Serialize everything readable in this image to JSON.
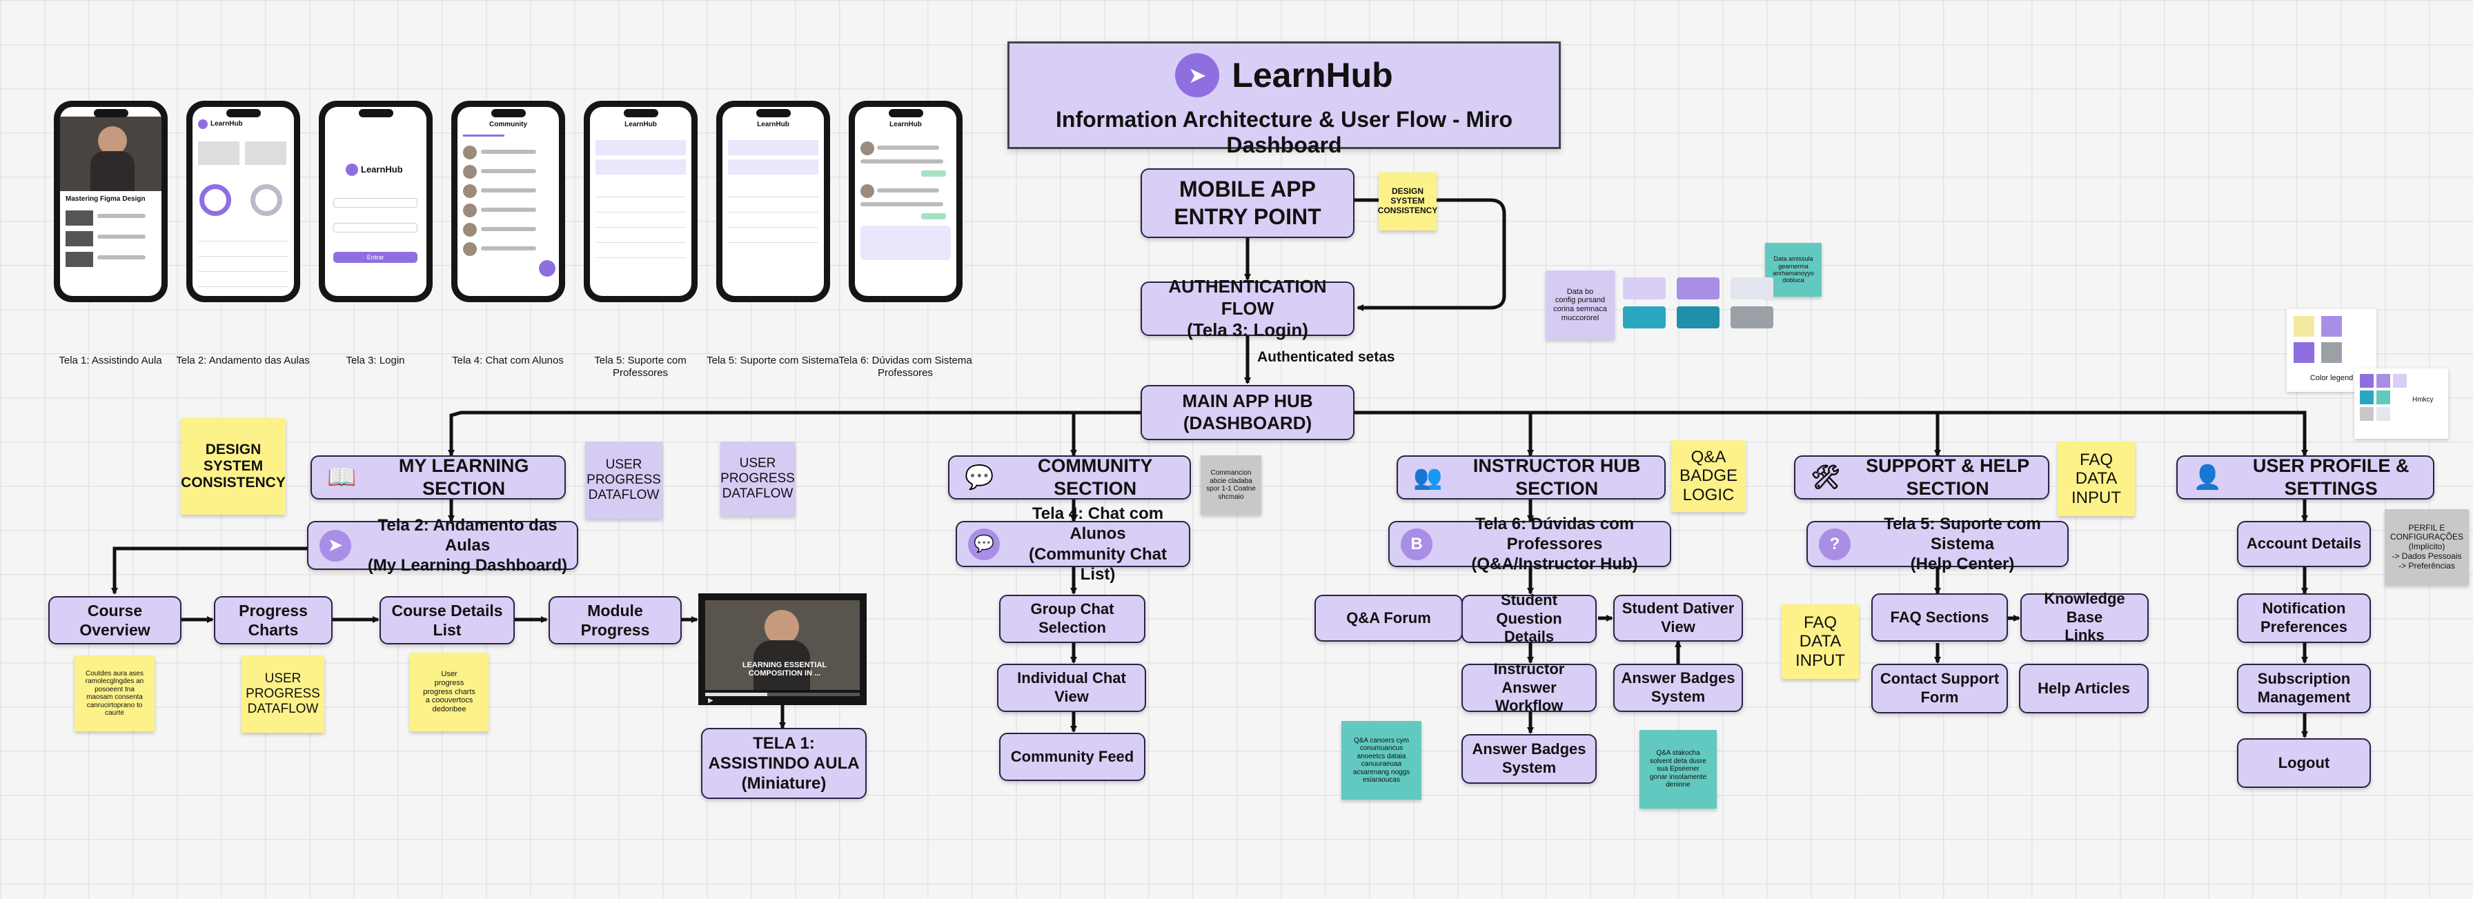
{
  "header": {
    "app_name": "LearnHub",
    "subtitle": "Information Architecture & User Flow - Miro Dashboard"
  },
  "phones": [
    {
      "caption": "Tela 1: Assistindo Aula",
      "screen_title": "Mastering Figma Design"
    },
    {
      "caption": "Tela 2: Andamento das Aulas",
      "screen_title": "LearnHub"
    },
    {
      "caption": "Tela 3: Login",
      "screen_title": "LearnHub",
      "login_button": "Entrar"
    },
    {
      "caption": "Tela 4: Chat com Alunos",
      "screen_title": "Community"
    },
    {
      "caption": "Tela 5: Suporte com\nProfessores",
      "screen_title": "LearnHub"
    },
    {
      "caption": "Tela 5: Suporte com Sistema",
      "screen_title": "LearnHub"
    },
    {
      "caption": "Tela 6: Dúvidas com Sistema\nProfessores",
      "screen_title": "LearnHub"
    }
  ],
  "flow": {
    "entry": "MOBILE APP\nENTRY POINT",
    "auth": "AUTHENTICATION FLOW\n(Tela 3: Login)",
    "auth_edge": "Authenticated setas",
    "hub": "MAIN APP HUB\n(DASHBOARD)"
  },
  "sections": {
    "learning": {
      "title": "MY LEARNING SECTION",
      "sub": "Tela 2: Andamento das Aulas\n(My Learning Dashboard)",
      "children": [
        "Course Overview",
        "Progress Charts",
        "Course Details List",
        "Module Progress"
      ],
      "video_label": "TELA 1:\nASSISTINDO AULA\n(Miniature)",
      "video_caption": "LEARNING ESSENTIAL\nCOMPOSITION IN ..."
    },
    "community": {
      "title": "COMMUNITY SECTION",
      "sub": "Tela 4: Chat com Alunos\n(Community Chat List)",
      "children": [
        "Group Chat\nSelection",
        "Individual Chat View",
        "Community Feed"
      ]
    },
    "instructor": {
      "title": "INSTRUCTOR HUB SECTION",
      "sub": "Tela 6: Dúvidas com Professores\n(Q&A/Instructor Hub)",
      "children": [
        "Q&A Forum",
        "Student Question\nDetails",
        "Student Dativer\nView",
        "Instructor Answer\nWorkflow",
        "Answer Badges\nSystem",
        "Answer Badges\nSystem"
      ]
    },
    "support": {
      "title": "SUPPORT & HELP SECTION",
      "sub": "Tela 5: Suporte com Sistema\n(Help Center)",
      "children": [
        "FAQ Sections",
        "Knowledge Base\nLinks",
        "Contact Support\nForm",
        "Help Articles"
      ]
    },
    "profile": {
      "title": "USER PROFILE & SETTINGS",
      "children": [
        "Account Details",
        "Notification\nPreferences",
        "Subscription\nManagement",
        "Logout"
      ]
    }
  },
  "notes": {
    "design_system_top": "DESIGN\nSYSTEM\nCONSISTENCY",
    "design_system_left": "DESIGN\nSYSTEM\nCONSISTENCY",
    "user_progress_1": "USER\nPROGRESS\nDATAFLOW",
    "user_progress_2": "USER\nPROGRESS\nDATAFLOW",
    "user_progress_3": "USER\nPROGRESS\nDATAFLOW",
    "qa_badge": "Q&A\nBADGE\nLOGIC",
    "faq_data_1": "FAQ\nDATA\nINPUT",
    "faq_data_2": "FAQ\nDATA\nINPUT",
    "perfil": "PERFIL E\nCONFIGURAÇÕES\n(Implícito)\n-> Dados Pessoais\n-> Preferências",
    "data_lav": "Data bo\nconfig pursand\ncorina semnaca\nmuccororel",
    "teal_top": "Data amissula\ngearnerma\nanrhamanoyyo\ndobluca",
    "grey_comm": "Commancion\nabcie cladaba\nspor 1-1 Coatne\nshcmaio",
    "yellow_course": "Coutdes aura ases\nramolecglngdes an\nposoeent tna\nmaosam consenta\ncanrucirtoprano to\ncaurte",
    "yellow_progress": "User\nprogress\nprogress charts\na coouvertocs\ndedonbee",
    "teal_qa1": "Q&A canoers cym\nconumuancus\nanoeetcs dataia\ncanuuraeuaa\nacsarenang noggs\nesiaraoucas",
    "teal_qa2": "Q&A stakocha\nsolvent deta dusre\nsua Epseener\ngonar insolamente\ndeninne"
  },
  "legend": {
    "color_legend": "Color legend",
    "legend2": "Hmkcy"
  },
  "colors": {
    "primary": "#d9cef5",
    "accent": "#8f6fe0",
    "note_yellow": "#fdf28a",
    "note_teal": "#62c9c0",
    "stroke": "#111111"
  }
}
